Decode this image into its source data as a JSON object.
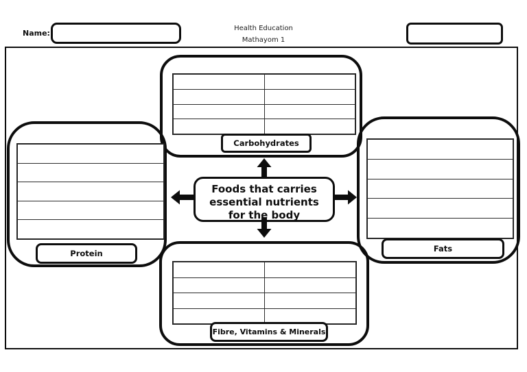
{
  "header": {
    "name_label": "Name:",
    "name_value": "",
    "course_line1": "Health Education",
    "course_line2": "Mathayom 1",
    "score_value": ""
  },
  "center_box": {
    "title_lines": [
      "Foods that carries",
      "essential nutrients",
      "for the body"
    ]
  },
  "bubbles": {
    "carbohydrates": {
      "label": "Carbohydrates",
      "table": {
        "rows": 4,
        "cols": 2
      }
    },
    "protein": {
      "label": "Protein",
      "table": {
        "rows": 5,
        "cols": 1
      }
    },
    "fats": {
      "label": "Fats",
      "table": {
        "rows": 5,
        "cols": 1
      }
    },
    "fibre": {
      "label": "Fibre, Vitamins & Minerals",
      "table": {
        "rows": 4,
        "cols": 2
      }
    }
  },
  "icons": {
    "arrows": [
      "arrow-up-icon",
      "arrow-down-icon",
      "arrow-left-icon",
      "arrow-right-icon"
    ]
  },
  "colors": {
    "line": "#0d0d0d",
    "background": "#ffffff"
  }
}
